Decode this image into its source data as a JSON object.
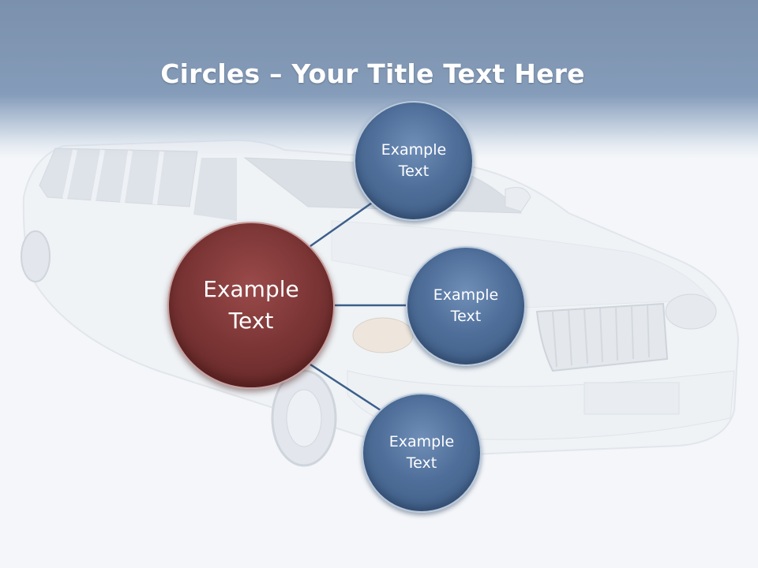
{
  "title": {
    "bold": "Circles",
    "rest": " – Your Title Text Here"
  },
  "diagram": {
    "center": {
      "label": "Example\nText"
    },
    "nodes": [
      {
        "label": "Example\nText"
      },
      {
        "label": "Example\nText"
      },
      {
        "label": "Example\nText"
      }
    ]
  },
  "colors": {
    "header": "#3a5a84",
    "node_blue": "#4f6f9a",
    "center_red": "#7a3434",
    "connector": "#3d5f8a"
  }
}
